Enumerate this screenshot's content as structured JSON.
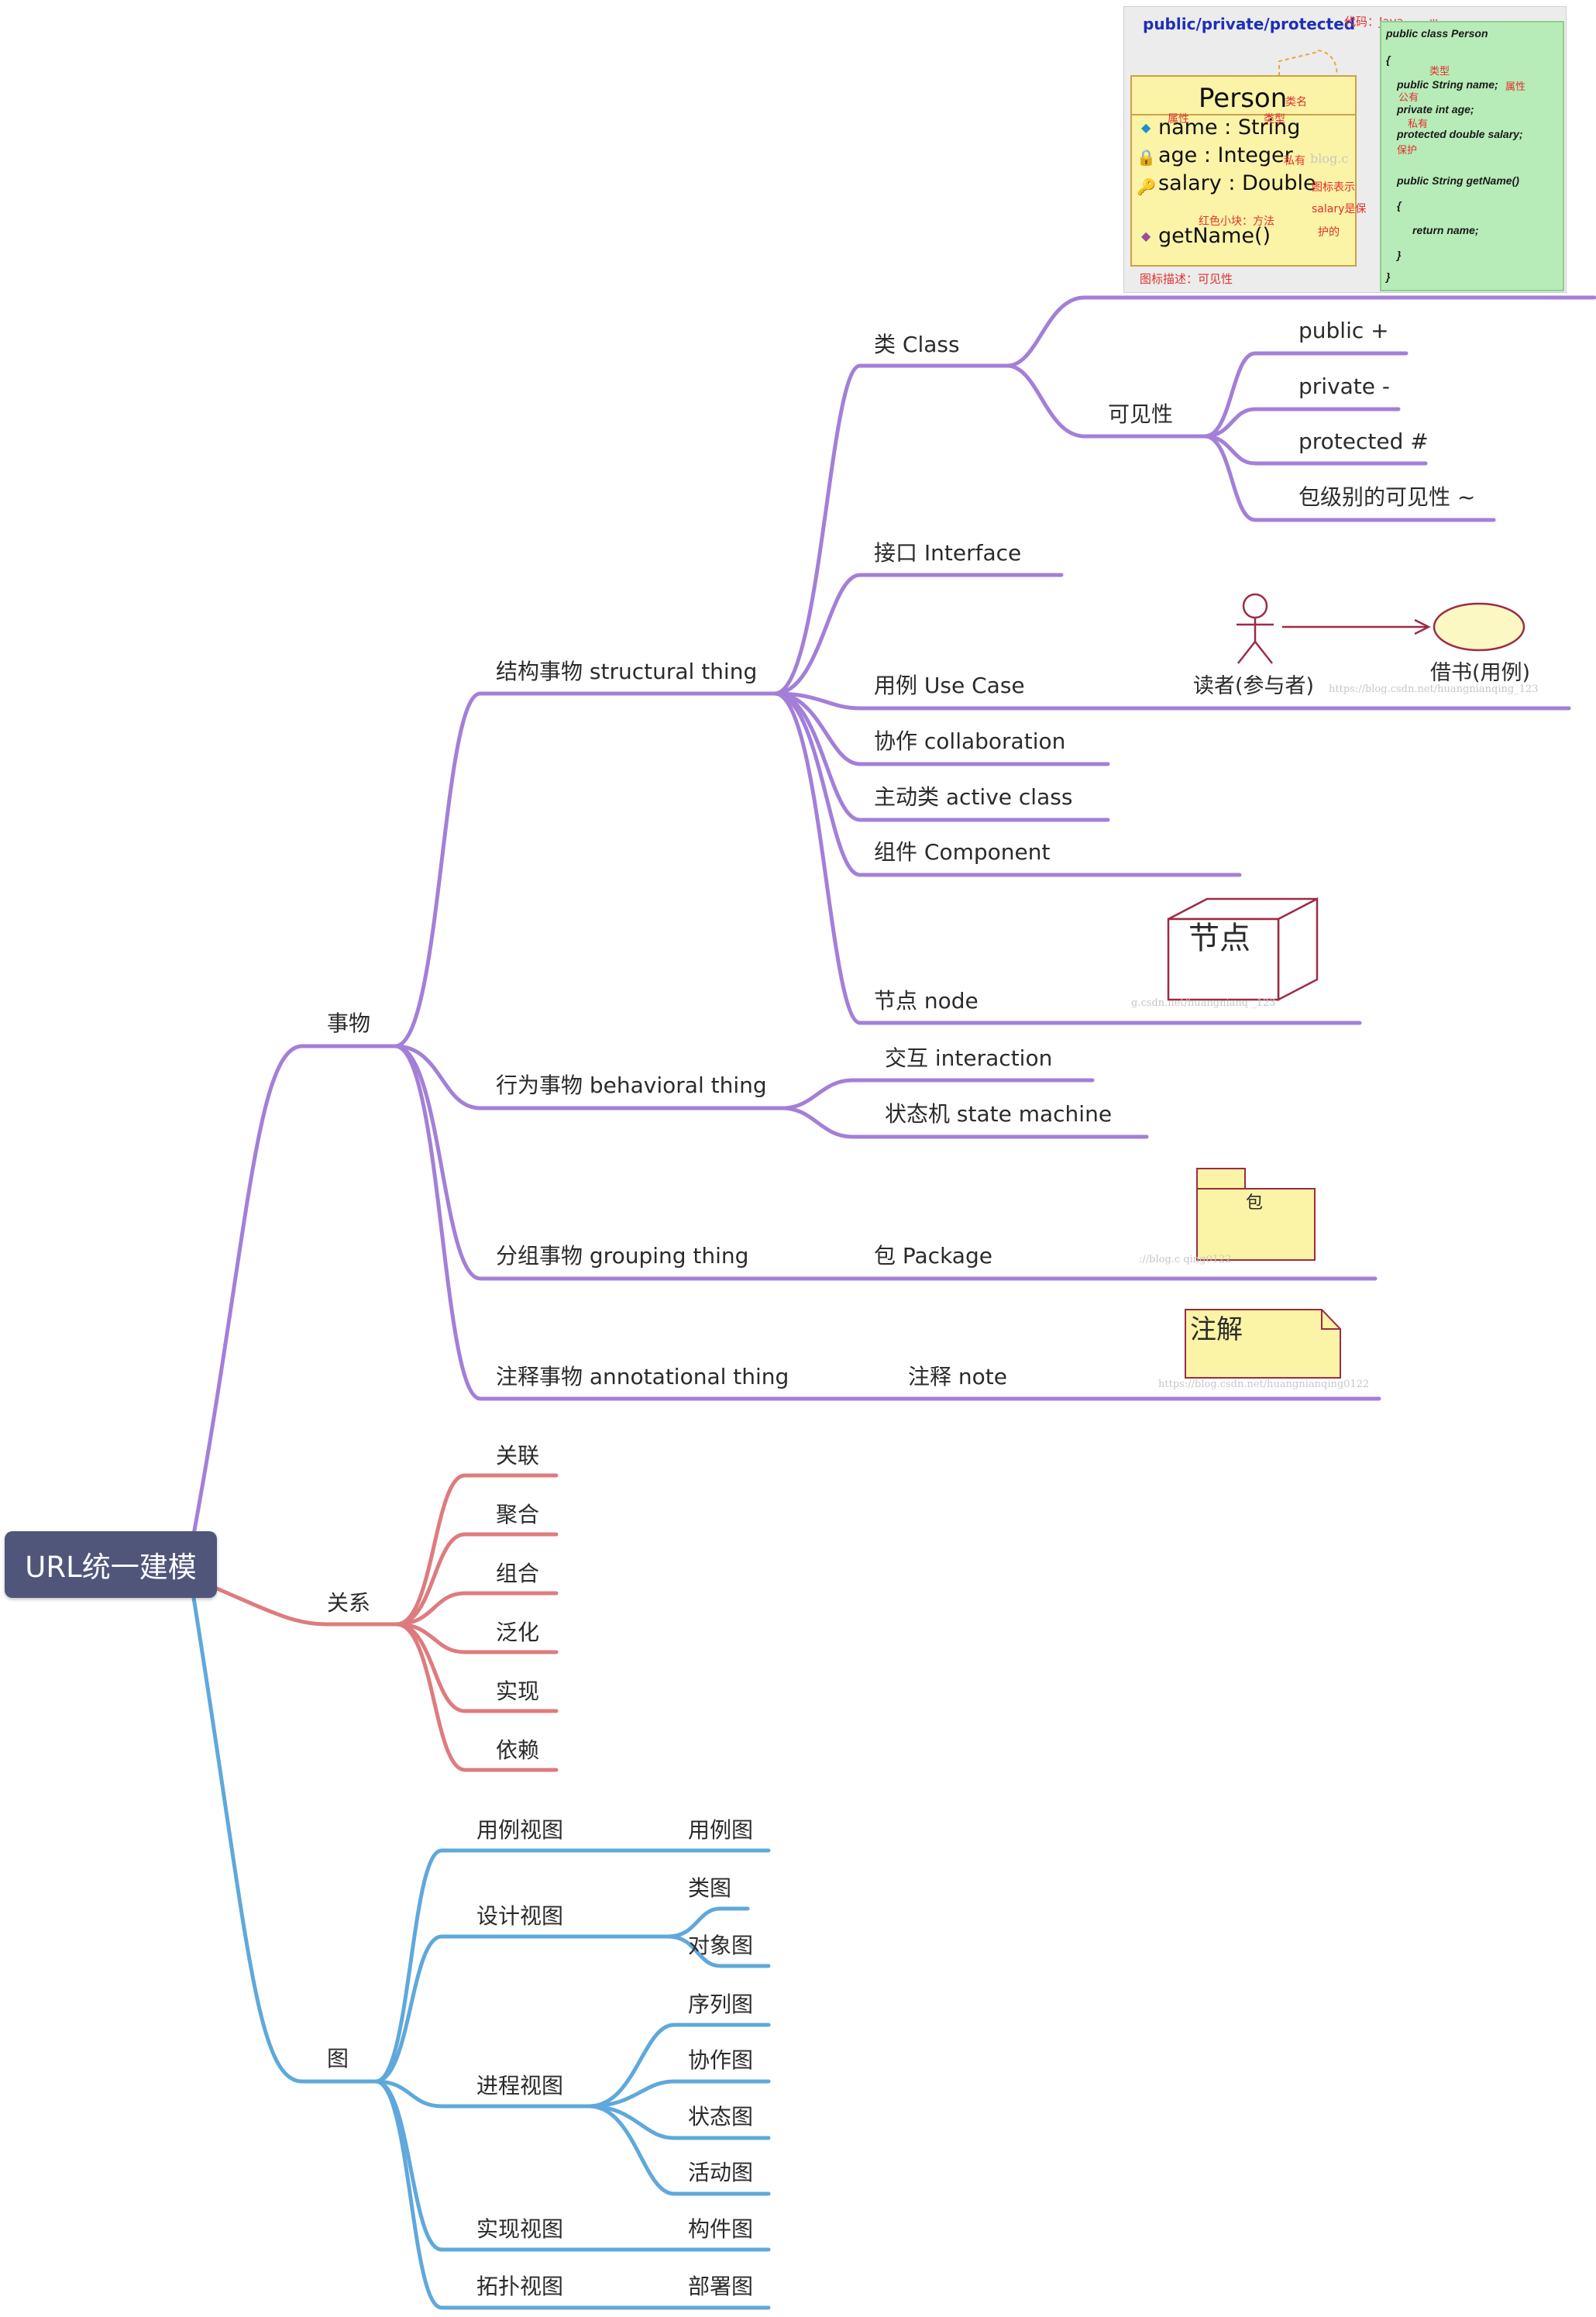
{
  "root": "URL统一建模",
  "branches": {
    "things": "事物",
    "relations": "关系",
    "diagrams": "图"
  },
  "things": {
    "structural": "结构事物 structural thing",
    "behavioral": "行为事物 behavioral thing",
    "grouping": "分组事物 grouping thing",
    "annotational": "注释事物 annotational thing",
    "class": "类 Class",
    "visibility": "可见性",
    "vis_items": [
      "public  +",
      "private -",
      "protected #",
      "包级别的可见性  ~"
    ],
    "interface": "接口 Interface",
    "usecase": "用例 Use Case",
    "collaboration": "协作 collaboration",
    "active_class": "主动类 active class",
    "component": "组件 Component",
    "node": "节点 node",
    "interaction": "交互 interaction",
    "state_machine": "状态机 state machine",
    "package": "包 Package",
    "note": "注释 note"
  },
  "relations": [
    "关联",
    "聚合",
    "组合",
    "泛化",
    "实现",
    "依赖"
  ],
  "views": {
    "usecase_view": "用例视图",
    "usecase_diagram": "用例图",
    "design_view": "设计视图",
    "class_diagram": "类图",
    "object_diagram": "对象图",
    "process_view": "进程视图",
    "sequence_diagram": "序列图",
    "collab_diagram": "协作图",
    "state_diagram": "状态图",
    "activity_diagram": "活动图",
    "impl_view": "实现视图",
    "component_diagram": "构件图",
    "topology_view": "拓扑视图",
    "deploy_diagram": "部署图"
  },
  "pictograms": {
    "actor": "读者(参与者)",
    "usecase_ellipse": "借书(用例)",
    "node_box": "节点",
    "package_box": "包",
    "note_box": "注解",
    "watermark_1": "https://blog.csdn.net/huangnianqing_123",
    "watermark_2": "g.csdn.net/huangnianq    _123",
    "watermark_3": "://blog.c                   qing0122",
    "watermark_4": "https://blog.csdn.net/huangnianqing0122"
  },
  "inset": {
    "header": "public/private/protected",
    "code_lang": "代码：Java",
    "class_word": "类",
    "class_name": "Person",
    "class_name_note": "类名",
    "attr_note": "属性",
    "type_note": "类型",
    "attrs": [
      "name : String",
      "age : Integer",
      "salary : Double"
    ],
    "private_note": "私有",
    "icon_note": "图标表示",
    "salary_note_1": "salary是保",
    "salary_note_2": "护的",
    "method_note": "红色小块：方法",
    "method": "getName()",
    "icon_desc": "图标描述：可见性",
    "code_lines": [
      "public class Person",
      "{",
      "public String name;",
      "private int age;",
      "protected double salary;",
      "public String getName()",
      "{",
      "return name;",
      "}",
      "}"
    ],
    "code_type": "类型",
    "code_public": "公有",
    "code_attr": "属性",
    "code_private": "私有",
    "code_protect": "保护",
    "watermark": "blog.c"
  },
  "colors": {
    "things_branch": "#a37fd8",
    "relations_branch": "#de7b7e",
    "diagrams_branch": "#5fa8db",
    "root_fill": "#4f567a"
  }
}
